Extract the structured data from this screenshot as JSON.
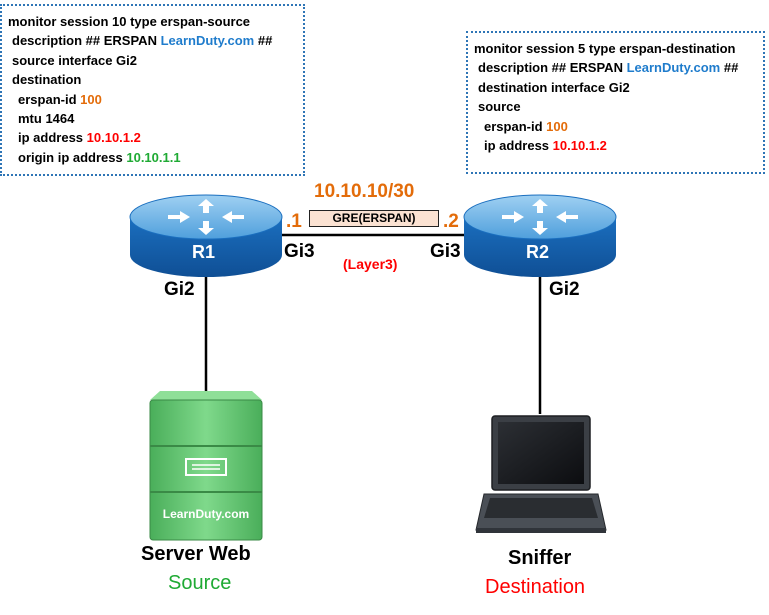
{
  "left_config": {
    "line1": "monitor session 10 type erspan-source",
    "desc_prefix": "description ## ERSPAN ",
    "desc_site": "LearnDuty.com",
    "desc_suffix": " ##",
    "line3": "source interface Gi2",
    "line4": "destination",
    "erspan_label": "erspan-id ",
    "erspan_value": "100",
    "mtu": "mtu 1464",
    "ip_label": "ip address ",
    "ip_value": "10.10.1.2",
    "origin_label": "origin ip address ",
    "origin_value": "10.10.1.1"
  },
  "right_config": {
    "line1": "monitor session 5 type erspan-destination",
    "desc_prefix": "description ## ERSPAN ",
    "desc_site": "LearnDuty.com",
    "desc_suffix": " ##",
    "line3": "destination interface Gi2",
    "line4": "source",
    "erspan_label": "erspan-id ",
    "erspan_value": "100",
    "ip_label": "ip address ",
    "ip_value": "10.10.1.2"
  },
  "link": {
    "subnet": "10.10.10/30",
    "r1_host": ".1",
    "r2_host": ".2",
    "tunnel": "GRE(ERSPAN)",
    "layer": "(Layer3)"
  },
  "r1": {
    "name": "R1",
    "link_port": "Gi3",
    "down_port": "Gi2"
  },
  "r2": {
    "name": "R2",
    "link_port": "Gi3",
    "down_port": "Gi2"
  },
  "server": {
    "brand": "LearnDuty.com",
    "name": "Server Web",
    "role": "Source"
  },
  "sniffer": {
    "name": "Sniffer",
    "role": "Destination"
  },
  "colors": {
    "box_border": "#2e75b6",
    "router_blue": "#1e73c4",
    "server_green": "#5ec36c",
    "accent_orange": "#e36c0a",
    "red": "#ff0000",
    "green": "#1faa34",
    "link_blue": "#1f7ccc"
  }
}
